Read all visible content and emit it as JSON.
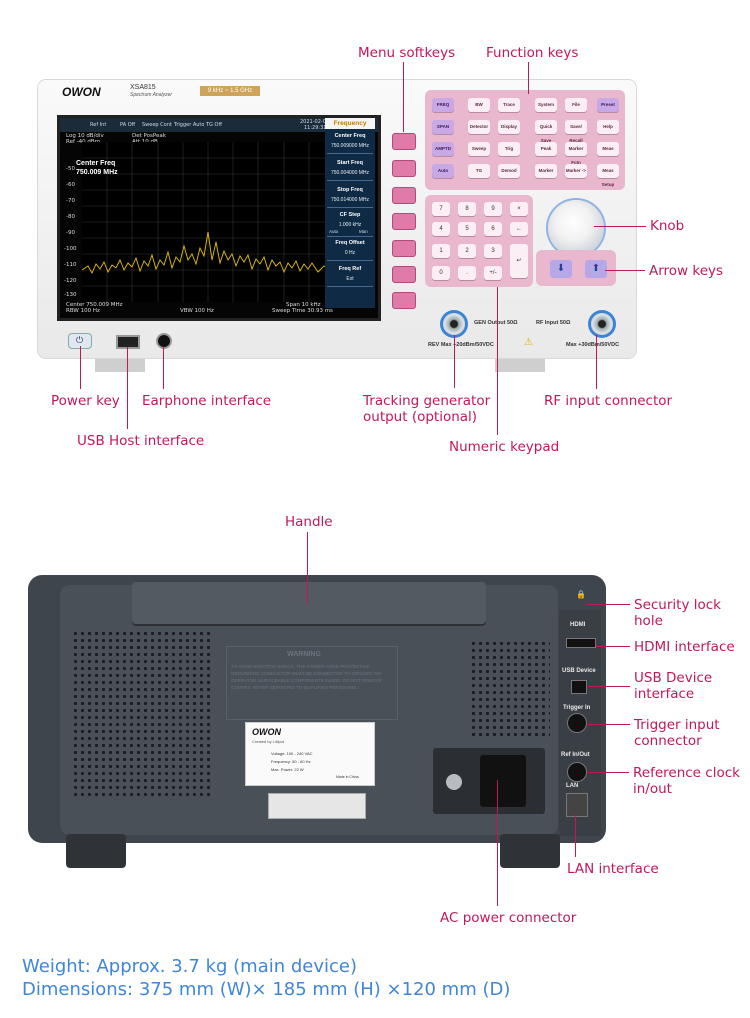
{
  "front": {
    "brand": "OWON",
    "model": "XSA815",
    "model_sub": "Spectrum Analyzer",
    "range_badge": "9 kHz ~ 1.5 GHz",
    "screen": {
      "status_items": [
        "Ref Int",
        "PA Off",
        "Sweep Cont",
        "Trigger Auto",
        "TG Off"
      ],
      "date": "2021-02-05",
      "time": "11:29:31",
      "scale_left_1": "Log 10 dB/div",
      "scale_left_2": "Ref -40 dBm",
      "detector": "Det PosPeak",
      "atten": "Att 10 dB",
      "marker_title": "Center Freq",
      "marker_value": "750.009 MHz",
      "y_ticks": [
        "-50",
        "-60",
        "-70",
        "-80",
        "-90",
        "-100",
        "-110",
        "-120",
        "-130"
      ],
      "bottom_left_1": "Center 750.009 MHz",
      "bottom_left_2": "RBW 100 Hz",
      "bottom_mid": "VBW 100 Hz",
      "bottom_right_1": "Span 10 kHz",
      "bottom_right_2": "Sweep Time 30.93 ms",
      "menu_title": "Frequency",
      "menu_items": [
        {
          "label": "Center Freq",
          "value": "750.009000 MHz"
        },
        {
          "label": "Start Freq",
          "value": "750.004000 MHz"
        },
        {
          "label": "Stop Freq",
          "value": "750.014000 MHz"
        },
        {
          "label": "CF Step",
          "value": "1.000 kHz"
        },
        {
          "label": "Freq Offset",
          "value": "0 Hz"
        },
        {
          "label": "Freq Ref",
          "value": "Ext"
        }
      ],
      "cf_step_auto": "Auto",
      "cf_step_man": "Man"
    },
    "function_keys": [
      "FREQ",
      "BW",
      "Trace",
      "System",
      "File",
      "Preset",
      "SPAN",
      "Detector",
      "Display",
      "Quick Save",
      "Save/ Recall",
      "Help",
      "AMPTD",
      "Sweep",
      "Trig",
      "Peak",
      "Marker Fctn",
      "Meas",
      "Auto",
      "TG",
      "Demod",
      "Marker",
      "Marker ->",
      "Meas Setup"
    ],
    "numeric_keys": [
      "7",
      "8",
      "9",
      "×",
      "4",
      "5",
      "6",
      "←",
      "1",
      "2",
      "3",
      "0",
      ".",
      "+/-"
    ],
    "connectors": {
      "gen": "GEN Output 50Ω",
      "rf": "RF Input 50Ω",
      "rev": "REV Max +20dBm/50VDC",
      "max": "Max +30dBm/50VDC"
    }
  },
  "callouts": {
    "menu_softkeys": "Menu softkeys",
    "function_keys": "Function keys",
    "knob": "Knob",
    "arrow_keys": "Arrow keys",
    "power_key": "Power key",
    "earphone": "Earphone interface",
    "usb_host": "USB Host interface",
    "tracking": "Tracking generator\noutput (optional)",
    "numeric_keypad": "Numeric keypad",
    "rf_input": "RF input connector",
    "handle": "Handle",
    "security": "Security lock hole",
    "hdmi": "HDMI interface",
    "usb_device": "USB Device\ninterface",
    "trigger": "Trigger input\nconnector",
    "refclock": "Reference clock\nin/out",
    "lan": "LAN interface",
    "ac": "AC power connector"
  },
  "rear": {
    "warning_title": "WARNING",
    "warning_text": "TO AVOID ELECTRIC SHOCK, THE POWER CORD PROTECTIVE GROUNDING CONDUCTOR MUST BE CONNECTED TO GROUND. NO OPERATOR SERVICEABLE COMPONENTS INSIDE. DO NOT REMOVE COVERS. REFER SERVICING TO QUALIFIED PERSONNEL.",
    "label_brand": "OWON",
    "label_sub": "Created by Lilliput",
    "label_rows": [
      "Voltage: 100 - 240 VAC",
      "Frequency: 50 - 60 Hz",
      "Max. Power: 22 W"
    ],
    "label_made": "Made in China",
    "port_labels": {
      "hdmi": "HDMI",
      "usb": "USB Device",
      "trig": "Trigger In",
      "ref": "Ref In/Out",
      "lan": "LAN"
    }
  },
  "specs": {
    "weight": "Weight: Approx. 3.7 kg (main device)",
    "dimensions": "Dimensions: 375 mm (W)× 185 mm (H) ×120 mm (D)"
  },
  "colors": {
    "accent": "#c2185b",
    "info": "#3f86d8",
    "key_pink": "#e9b7ce",
    "menu_blue": "#0f2a45"
  }
}
